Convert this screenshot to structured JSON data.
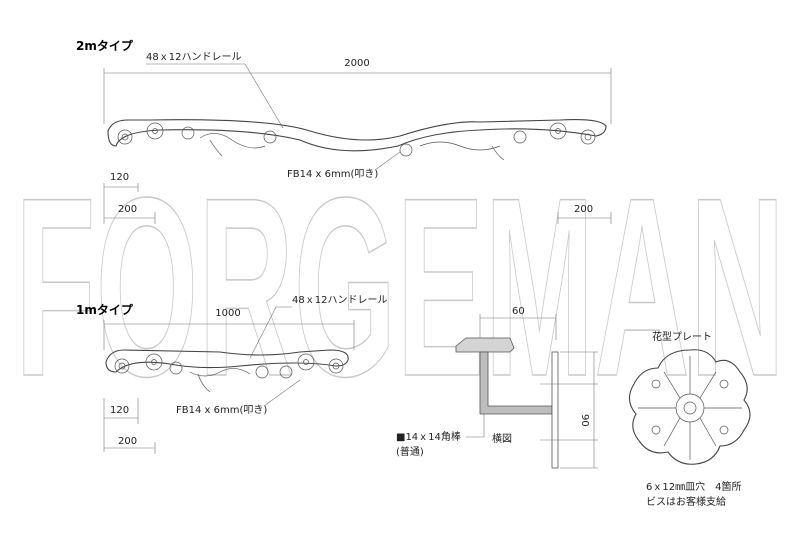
{
  "watermark": "FORGEMAN",
  "type_2m": {
    "title": "2mタイプ",
    "handrail_label": "48ｘ12ハンドレール",
    "total_width": "2000",
    "fb_label": "FB14 x 6mm(叩き)",
    "dim_120": "120",
    "dim_200_left": "200",
    "dim_200_right": "200"
  },
  "type_1m": {
    "title": "1mタイプ",
    "handrail_label": "48ｘ12ハンドレール",
    "total_width": "1000",
    "fb_label": "FB14 x 6mm(叩き)",
    "dim_120": "120",
    "dim_200": "200"
  },
  "side_view": {
    "dim_60": "60",
    "dim_90": "90",
    "bar_label_line1": "■14ｘ14角棒",
    "bar_label_line2": "(普通)",
    "view_label": "横図"
  },
  "flower_plate": {
    "title": "花型プレート",
    "note_line1": "6ｘ12㎜皿穴　4箇所",
    "note_line2": "ビスはお客様支給"
  }
}
